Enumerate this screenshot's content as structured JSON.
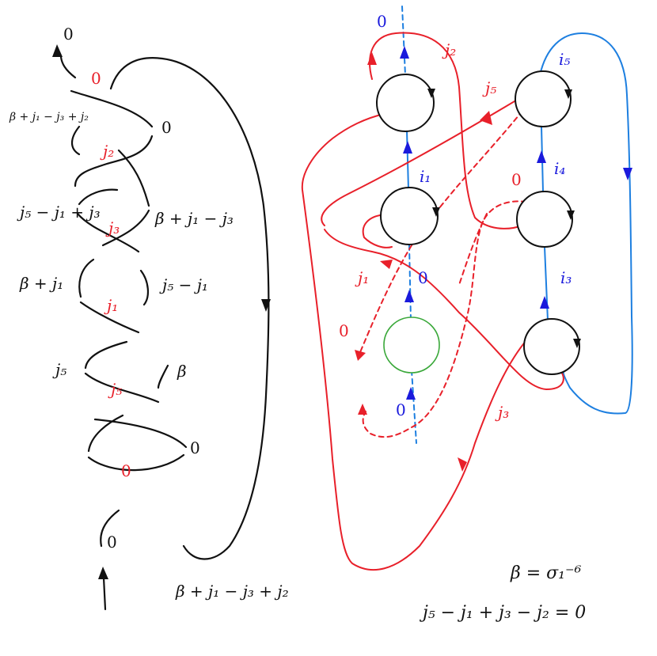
{
  "colors": {
    "black_strand": "#111111",
    "red_strand": "#e8202a",
    "blue_strand": "#1d7fe0",
    "blue_arrow": "#1a1adc",
    "green_circle": "#3aa83a"
  },
  "left_diagram": {
    "labels": {
      "top_zero": "0",
      "red_top": "0",
      "left1": "β + j₁ − j₃ + j₂",
      "right1": "0",
      "red_j2": "j₂",
      "left2": "j₅ − j₁ + j₃",
      "red_j3": "j₃",
      "right2": "β + j₁ − j₃",
      "left3": "β + j₁",
      "right3": "j₅ − j₁",
      "red_j1": "j₁",
      "left4": "j₅",
      "right4": "β",
      "red_j5": "j₅",
      "right5": "0",
      "red_bottom": "0",
      "bottom_zero": "0",
      "bottom_caption": "β + j₁ − j₃ + j₂"
    }
  },
  "right_diagram": {
    "labels": {
      "blue_top_zero": "0",
      "red_j2": "j₂",
      "blue_i5": "i₅",
      "red_j5": "j₅",
      "blue_i1": "i₁",
      "blue_i4": "i₄",
      "red_zero_mid": "0",
      "red_j1": "j₁",
      "blue_zero_mid": "0",
      "blue_i3": "i₃",
      "red_zero_left": "0",
      "blue_zero_bottom": "0",
      "red_j3": "j₃"
    }
  },
  "equations": {
    "beta_def": "β = σ₁⁻⁶",
    "constraint": "j₅ − j₁ + j₃ − j₂ = 0"
  }
}
